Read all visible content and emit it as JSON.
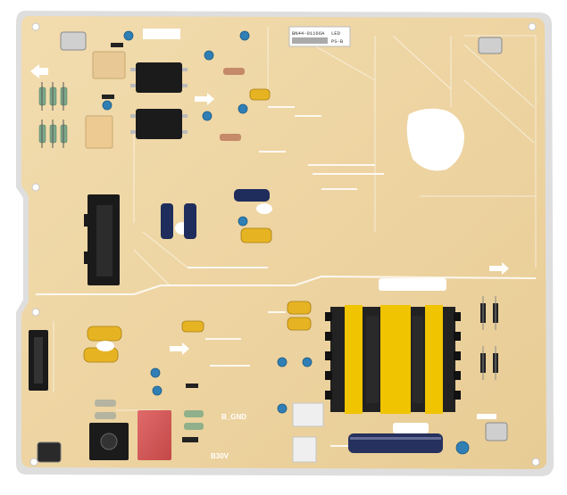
{
  "board": {
    "colors": {
      "substrate": "#efd6a6",
      "substrate_shade": "#e2c38c",
      "edge": "#d9d9d9",
      "silkscreen": "#ffffff",
      "capacitor_blue": "#2a7fb0",
      "electrolytic_navy": "#1f2d5c",
      "yellow_cap": "#e7b61d",
      "transformer_yellow": "#f0c400",
      "relay_red": "#d9575a"
    },
    "labels": {
      "silk_gnd": "B_GND",
      "silk_voltage": "B30V",
      "sticker_line1": "BN44-01166A",
      "sticker_line2": "LED",
      "sticker_line3": "PS-B"
    }
  }
}
